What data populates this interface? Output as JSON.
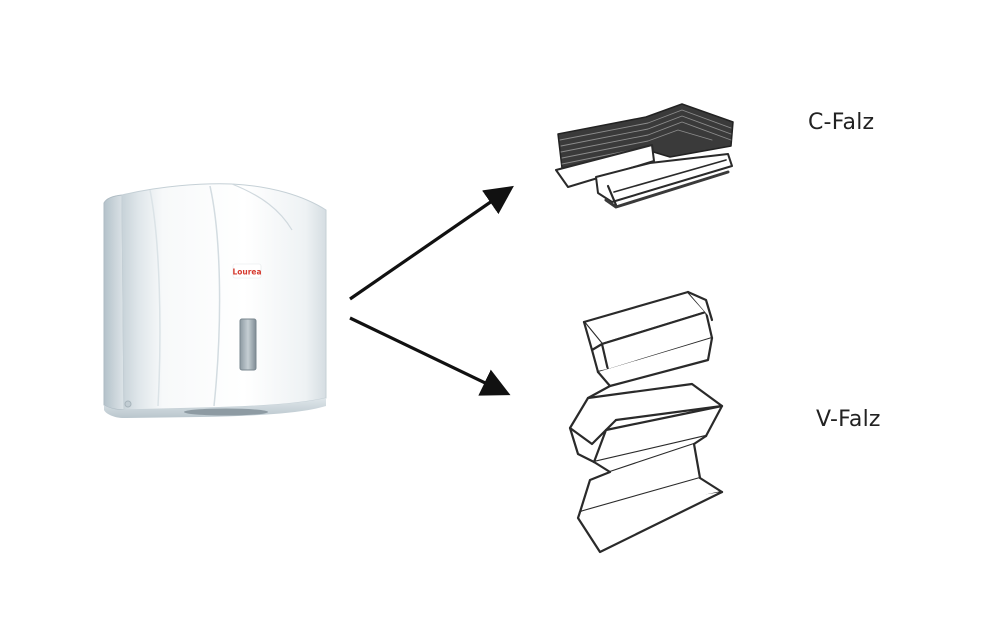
{
  "dispenser": {
    "brand_text": "Lourea",
    "icon": "paper-towel-dispenser",
    "body_color": "#f4f6f7",
    "shadow_color": "#c9d3d8",
    "brand_color": "#d63a2f"
  },
  "folds": [
    {
      "label": "C-Falz",
      "icon": "c-fold-towel-stack-icon"
    },
    {
      "label": "V-Falz",
      "icon": "v-fold-towel-stack-icon"
    }
  ],
  "arrow_color": "#111111",
  "line_color": "#2a2a2a"
}
